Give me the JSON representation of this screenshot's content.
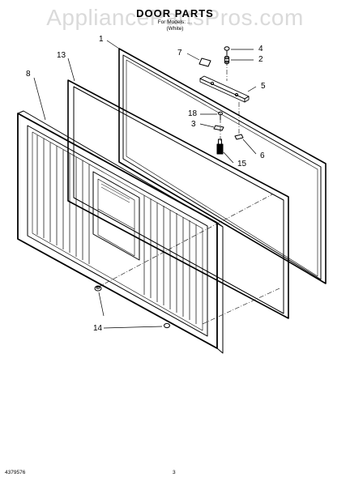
{
  "header": {
    "title": "DOOR PARTS",
    "model_line": "For Models: …",
    "variant": "(White)"
  },
  "watermark": "AppliancePartsPros.com",
  "callouts": {
    "c1": "1",
    "c2": "2",
    "c3": "3",
    "c4": "4",
    "c5": "5",
    "c6": "6",
    "c7": "7",
    "c8": "8",
    "c13": "13",
    "c14": "14",
    "c15": "15",
    "c18": "18"
  },
  "footer": {
    "part_number": "4379576",
    "page_number": "3"
  }
}
